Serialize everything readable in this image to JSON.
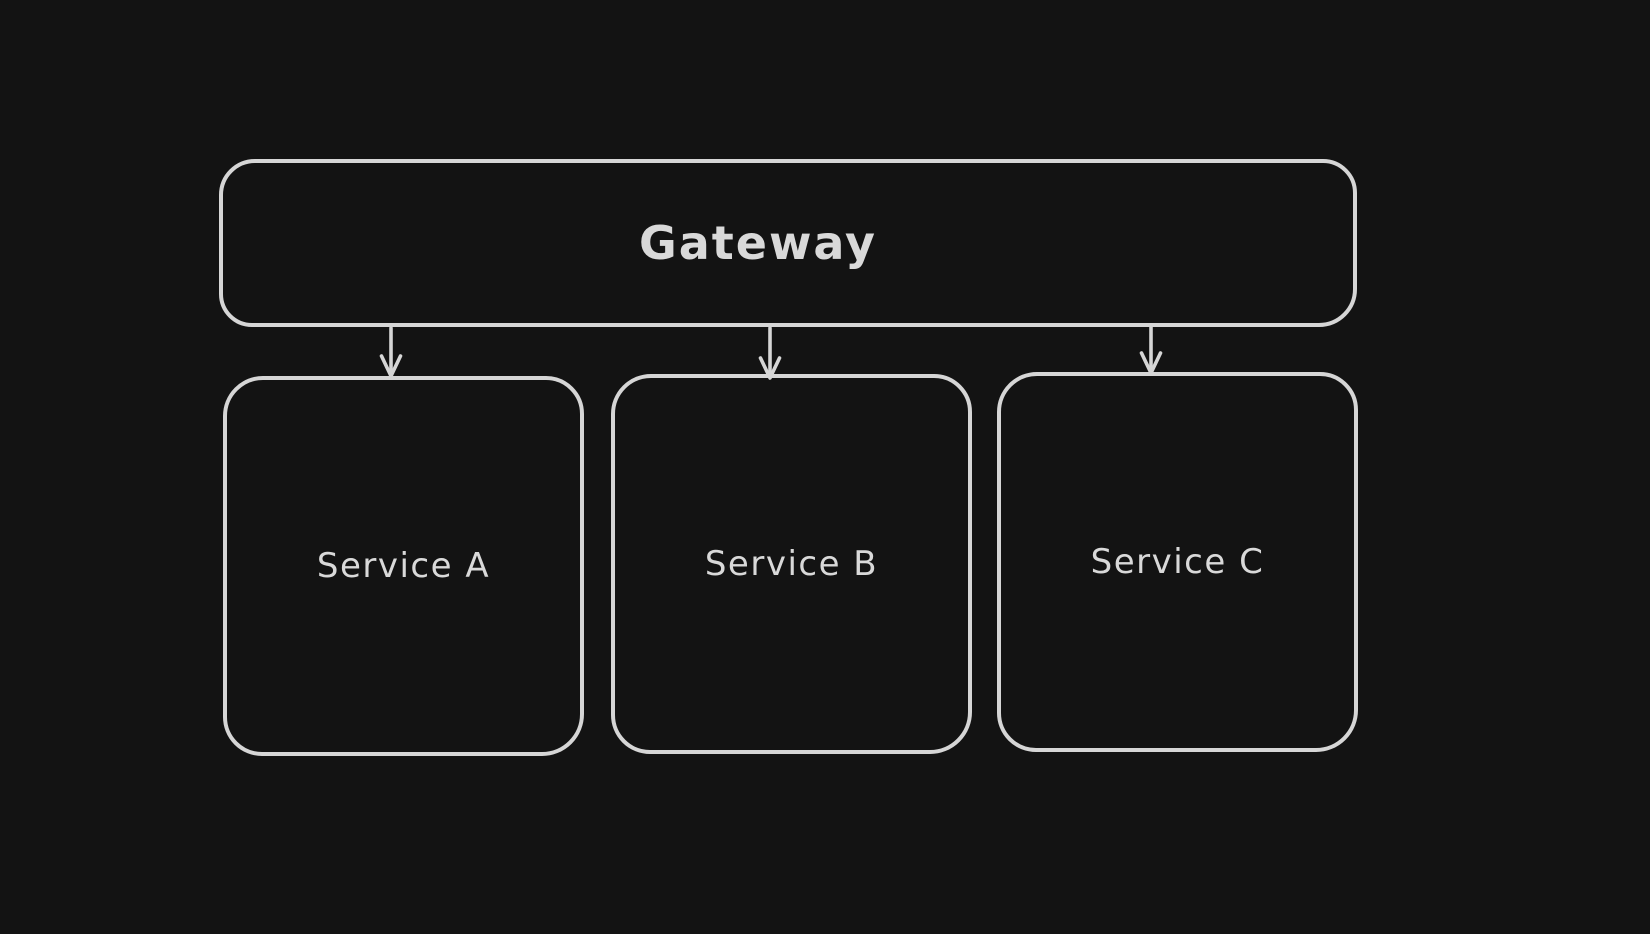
{
  "canvas": {
    "background_color": "#131313",
    "stroke_color": "#d6d6d6",
    "text_color": "#d9d9d9",
    "style": "hand-drawn whiteboard diagram, dark theme"
  },
  "diagram": {
    "nodes": [
      {
        "id": "gateway",
        "label": "Gateway",
        "shape": "rounded-rectangle"
      },
      {
        "id": "service-a",
        "label": "Service A",
        "shape": "rounded-rectangle"
      },
      {
        "id": "service-b",
        "label": "Service B",
        "shape": "rounded-rectangle"
      },
      {
        "id": "service-c",
        "label": "Service C",
        "shape": "rounded-rectangle"
      }
    ],
    "edges": [
      {
        "id": "gateway-to-service-a",
        "from": "gateway",
        "to": "service-a",
        "arrowhead": "open-arrow-down"
      },
      {
        "id": "gateway-to-service-b",
        "from": "gateway",
        "to": "service-b",
        "arrowhead": "open-arrow-down"
      },
      {
        "id": "gateway-to-service-c",
        "from": "gateway",
        "to": "service-c",
        "arrowhead": "open-arrow-down"
      }
    ]
  }
}
